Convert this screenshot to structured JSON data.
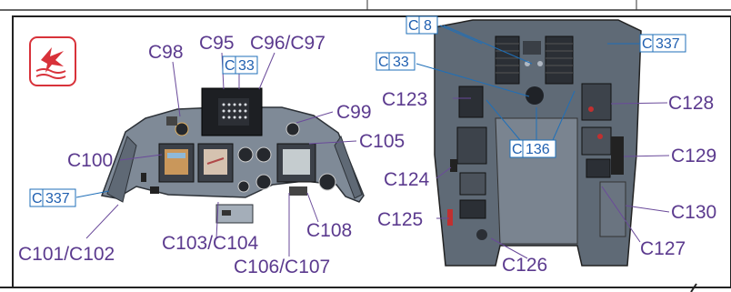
{
  "logo": {
    "name": "red-star-logo",
    "colors": {
      "primary": "#d8323a",
      "background": "#ffffff"
    }
  },
  "left_panel": {
    "callouts": [
      {
        "id": "c98",
        "text": "C98"
      },
      {
        "id": "c95",
        "text": "C95"
      },
      {
        "id": "c96-97",
        "text": "C96/C97"
      },
      {
        "id": "c99",
        "text": "C99"
      },
      {
        "id": "c100",
        "text": "C100"
      },
      {
        "id": "c105",
        "text": "C105"
      },
      {
        "id": "c101-102",
        "text": "C101/C102"
      },
      {
        "id": "c103-104",
        "text": "C103/C104"
      },
      {
        "id": "c108",
        "text": "C108"
      },
      {
        "id": "c106-107",
        "text": "C106/C107"
      }
    ],
    "boxed_callouts": [
      {
        "id": "c33",
        "prefix": "C",
        "text": "33"
      },
      {
        "id": "c337",
        "prefix": "C",
        "text": "337"
      }
    ]
  },
  "right_panel": {
    "callouts": [
      {
        "id": "c123",
        "text": "C123"
      },
      {
        "id": "c128",
        "text": "C128"
      },
      {
        "id": "c129",
        "text": "C129"
      },
      {
        "id": "c124",
        "text": "C124"
      },
      {
        "id": "c125",
        "text": "C125"
      },
      {
        "id": "c126",
        "text": "C126"
      },
      {
        "id": "c130",
        "text": "C130"
      },
      {
        "id": "c127",
        "text": "C127"
      }
    ],
    "boxed_callouts": [
      {
        "id": "c8",
        "prefix": "C",
        "text": "8"
      },
      {
        "id": "c33",
        "prefix": "C",
        "text": "33"
      },
      {
        "id": "c337",
        "prefix": "C",
        "text": "337"
      },
      {
        "id": "c136",
        "prefix": "C",
        "text": "136"
      }
    ]
  },
  "colors": {
    "callout_text": "#5b3a8e",
    "box_text": "#1f5fb0",
    "panel_gray": "#7d8794",
    "panel_dark": "#3a3f46",
    "border": "#222222"
  }
}
